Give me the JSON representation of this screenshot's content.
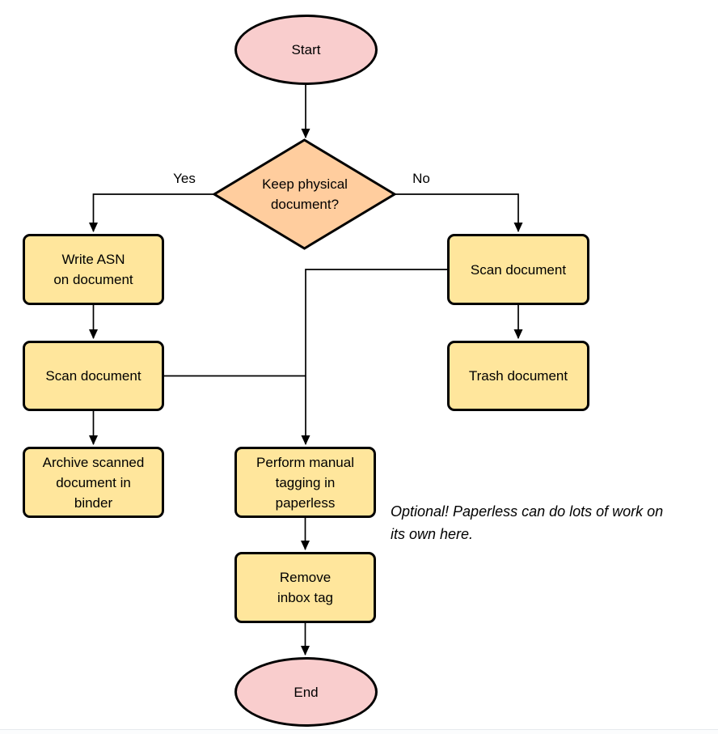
{
  "diagram": {
    "nodes": {
      "start": {
        "label": "Start"
      },
      "decision": {
        "label": "Keep physical\ndocument?"
      },
      "write_asn": {
        "label": "Write ASN\non document"
      },
      "scan_left": {
        "label": "Scan document"
      },
      "archive": {
        "label": "Archive scanned\ndocument in\nbinder"
      },
      "scan_right": {
        "label": "Scan document"
      },
      "trash": {
        "label": "Trash document"
      },
      "tagging": {
        "label": "Perform manual\ntagging in\npaperless"
      },
      "remove_inbox": {
        "label": "Remove\ninbox tag"
      },
      "end": {
        "label": "End"
      }
    },
    "edge_labels": {
      "yes": "Yes",
      "no": "No"
    },
    "annotation": "Optional! Paperless can do lots of work on\nits own here.",
    "colors": {
      "terminal_fill": "#f9cdcd",
      "decision_fill": "#ffcd9e",
      "process_fill": "#ffe69c",
      "stroke": "#000000"
    }
  }
}
